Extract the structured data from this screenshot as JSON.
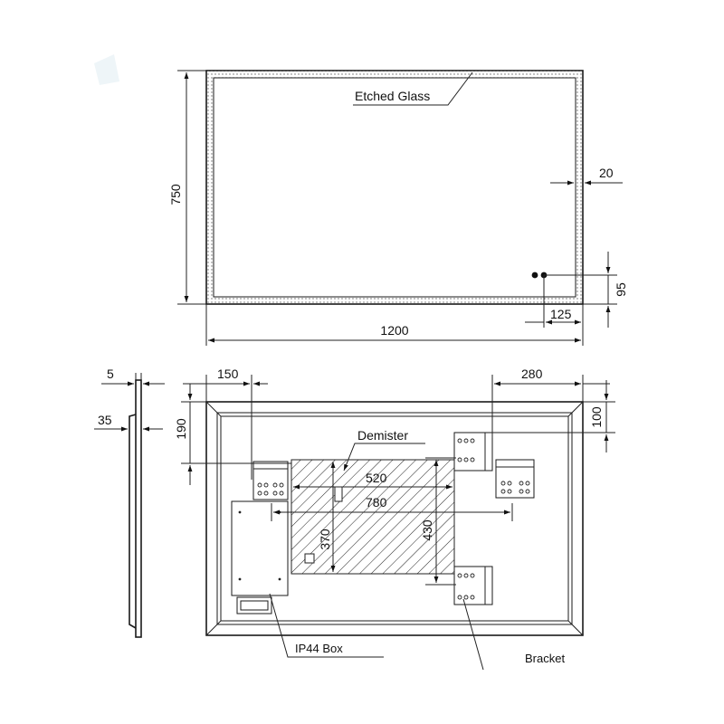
{
  "front_view": {
    "callout_etched_glass": "Etched Glass",
    "dim_height": "750",
    "dim_width": "1200",
    "dim_border": "20",
    "dim_sensor_up": "95",
    "dim_sensor_in": "125"
  },
  "side_view": {
    "dim_thickness": "5",
    "dim_depth": "35"
  },
  "rear_view": {
    "dim_left_offset": "150",
    "dim_right_offset": "280",
    "dim_top_offset": "190",
    "dim_bracket_top": "100",
    "dim_demister_width": "520",
    "dim_bracket_span": "780",
    "dim_demister_height": "370",
    "dim_bracket_height": "430",
    "callout_demister": "Demister",
    "callout_ip44": "IP44 Box",
    "callout_bracket": "Bracket"
  }
}
